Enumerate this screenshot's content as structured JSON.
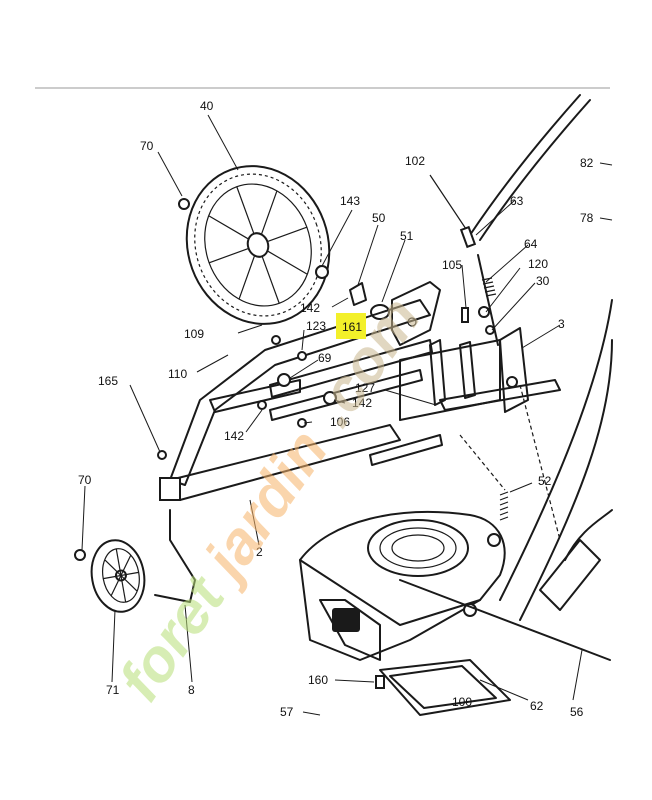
{
  "watermark": {
    "text_green": "foret",
    "text_orange": "jardin",
    "text_tan": ".com",
    "color_green": "#b8df78",
    "color_orange": "#f6b46a",
    "color_tan": "#c9b78f"
  },
  "highlight": {
    "label": "161",
    "color": "#f3f02a"
  },
  "parts": {
    "p40": "40",
    "p70a": "70",
    "p143": "143",
    "p50": "50",
    "p51": "51",
    "p102": "102",
    "p63": "63",
    "p82": "82",
    "p78": "78",
    "p64": "64",
    "p105": "105",
    "p120": "120",
    "p30": "30",
    "p3": "3",
    "p142a": "142",
    "p123": "123",
    "p109": "109",
    "p110": "110",
    "p69": "69",
    "p165": "165",
    "p127": "127",
    "p142b": "142",
    "p142c": "142",
    "p106": "106",
    "p52": "52",
    "p70b": "70",
    "p2": "2",
    "p71": "71",
    "p8": "8",
    "p160": "160",
    "p57": "57",
    "p100": "100",
    "p62": "62",
    "p56": "56"
  }
}
